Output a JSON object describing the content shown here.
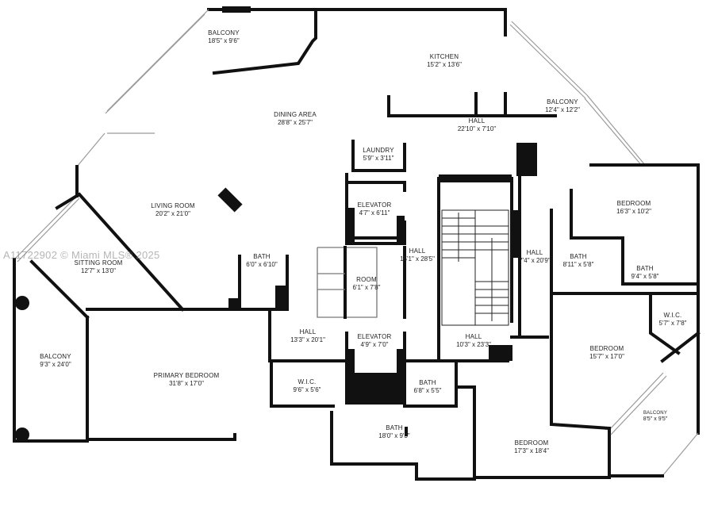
{
  "watermark": "A11722902 © Miami MLS® 2025",
  "rooms": [
    {
      "id": "balcony-north",
      "name": "BALCONY",
      "dims": "18'5\" x 9'6\""
    },
    {
      "id": "kitchen",
      "name": "KITCHEN",
      "dims": "15'2\" x 13'6\""
    },
    {
      "id": "dining-area",
      "name": "DINING AREA",
      "dims": "28'8\" x 25'7\""
    },
    {
      "id": "balcony-east",
      "name": "BALCONY",
      "dims": "12'4\" x 12'2\""
    },
    {
      "id": "hall-north",
      "name": "HALL",
      "dims": "22'10\" x 7'10\""
    },
    {
      "id": "laundry",
      "name": "LAUNDRY",
      "dims": "5'9\" x 3'11\""
    },
    {
      "id": "living-room",
      "name": "LIVING ROOM",
      "dims": "20'2\" x 21'0\""
    },
    {
      "id": "elevator-north",
      "name": "ELEVATOR",
      "dims": "4'7\" x 6'11\""
    },
    {
      "id": "bedroom-east",
      "name": "BEDROOM",
      "dims": "16'3\" x 10'2\""
    },
    {
      "id": "sitting-room",
      "name": "SITTING ROOM",
      "dims": "12'7\" x 13'0\""
    },
    {
      "id": "hall-center",
      "name": "HALL",
      "dims": "15'1\" x 28'5\""
    },
    {
      "id": "hall-east",
      "name": "HALL",
      "dims": "7'4\" x 20'9\""
    },
    {
      "id": "bath-east-1",
      "name": "BATH",
      "dims": "8'11\" x 5'8\""
    },
    {
      "id": "bath-living",
      "name": "BATH",
      "dims": "6'0\" x 6'10\""
    },
    {
      "id": "bath-east-2",
      "name": "BATH",
      "dims": "9'4\" x 5'8\""
    },
    {
      "id": "room-center",
      "name": "ROOM",
      "dims": "6'1\" x 7'8\""
    },
    {
      "id": "wic-east",
      "name": "W.I.C.",
      "dims": "5'7\" x 7'8\""
    },
    {
      "id": "hall-west",
      "name": "HALL",
      "dims": "13'3\" x 20'1\""
    },
    {
      "id": "elevator-south",
      "name": "ELEVATOR",
      "dims": "4'9\" x 7'0\""
    },
    {
      "id": "hall-stair",
      "name": "HALL",
      "dims": "10'3\" x 23'3\""
    },
    {
      "id": "bedroom-southeast",
      "name": "BEDROOM",
      "dims": "15'7\" x 17'0\""
    },
    {
      "id": "balcony-west",
      "name": "BALCONY",
      "dims": "9'3\" x 24'0\""
    },
    {
      "id": "primary-bedroom",
      "name": "PRIMARY BEDROOM",
      "dims": "31'8\" x 17'0\""
    },
    {
      "id": "wic-primary",
      "name": "W.I.C.",
      "dims": "9'6\" x 5'6\""
    },
    {
      "id": "bath-south-small",
      "name": "BATH",
      "dims": "6'8\" x 5'5\""
    },
    {
      "id": "balcony-southeast",
      "name": "BALCONY",
      "dims": "8'5\" x 9'5\""
    },
    {
      "id": "bath-south",
      "name": "BATH",
      "dims": "18'0\" x 9'3\""
    },
    {
      "id": "bedroom-south",
      "name": "BEDROOM",
      "dims": "17'3\" x 18'4\""
    }
  ]
}
